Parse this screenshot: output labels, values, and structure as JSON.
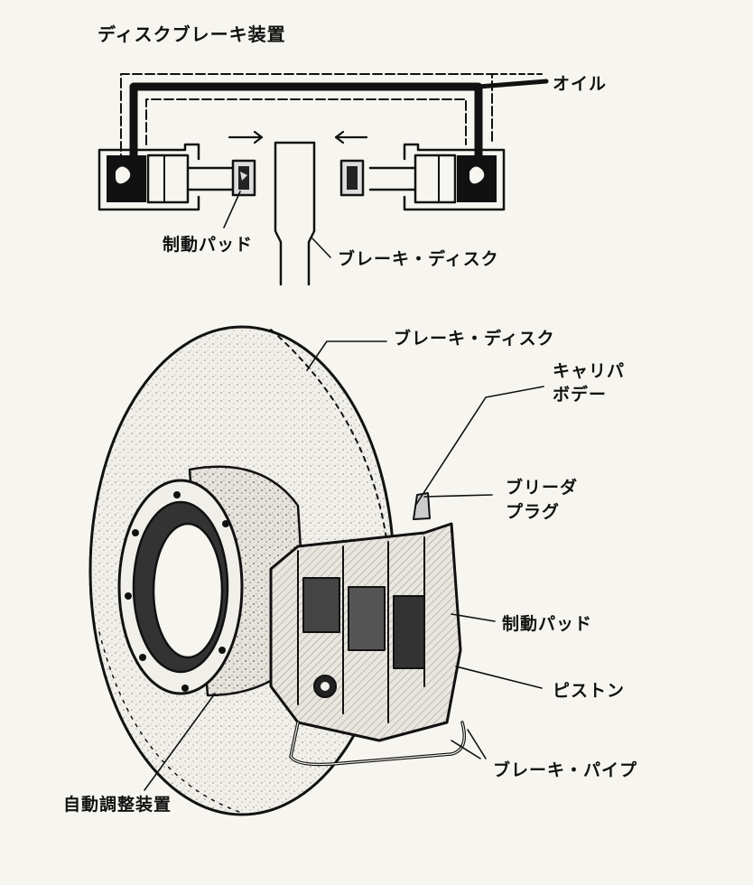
{
  "title": "ディスクブレーキ装置",
  "top_diagram": {
    "oil": "オイル",
    "pad": "制動パッド",
    "disc": "ブレーキ・ディスク"
  },
  "bottom_diagram": {
    "disc": "ブレーキ・ディスク",
    "caliper_line1": "キャリパ",
    "caliper_line2": "ボデー",
    "bleeder_line1": "ブリーダ",
    "bleeder_line2": "プラグ",
    "pad": "制動パッド",
    "piston": "ピストン",
    "pipe": "ブレーキ・パイプ",
    "adjuster": "自動調整装置"
  }
}
